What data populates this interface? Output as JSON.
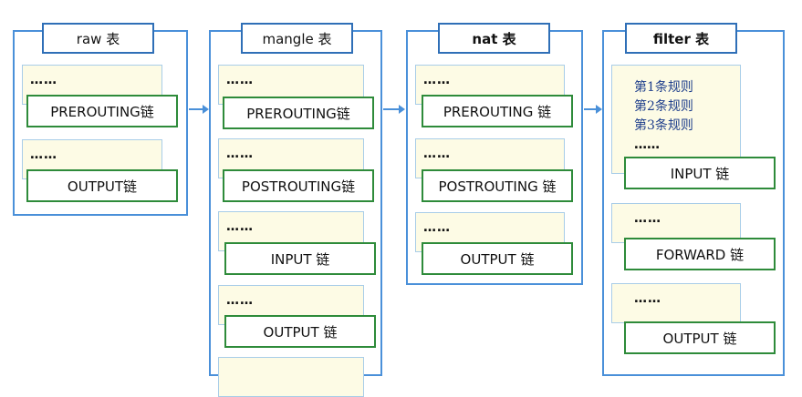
{
  "tables": {
    "raw": {
      "title": "raw 表",
      "chains": [
        {
          "dots": "……",
          "name": "PREROUTING链"
        },
        {
          "dots": "……",
          "name": "OUTPUT链"
        }
      ]
    },
    "mangle": {
      "title": "mangle 表",
      "chains": [
        {
          "dots": "……",
          "name": "PREROUTING链"
        },
        {
          "dots": "……",
          "name": "POSTROUTING链"
        },
        {
          "dots": "……",
          "name": "INPUT 链"
        },
        {
          "dots": "……",
          "name": "OUTPUT 链"
        }
      ]
    },
    "nat": {
      "title": "nat 表",
      "chains": [
        {
          "dots": "……",
          "name": "PREROUTING 链"
        },
        {
          "dots": "……",
          "name": "POSTROUTING 链"
        },
        {
          "dots": "……",
          "name": "OUTPUT 链"
        }
      ]
    },
    "filter": {
      "title": "filter 表",
      "rules": [
        "第1条规则",
        "第2条规则",
        "第3条规则"
      ],
      "chains": [
        {
          "dots": "……",
          "name": "INPUT 链"
        },
        {
          "dots": "……",
          "name": "FORWARD 链"
        },
        {
          "dots": "……",
          "name": "OUTPUT 链"
        }
      ]
    }
  },
  "colors": {
    "table_border": "#4a90d9",
    "chain_border": "#2e8b3a",
    "rules_bg": "#fdfbe5",
    "rule_text": "#1f3f8c"
  }
}
